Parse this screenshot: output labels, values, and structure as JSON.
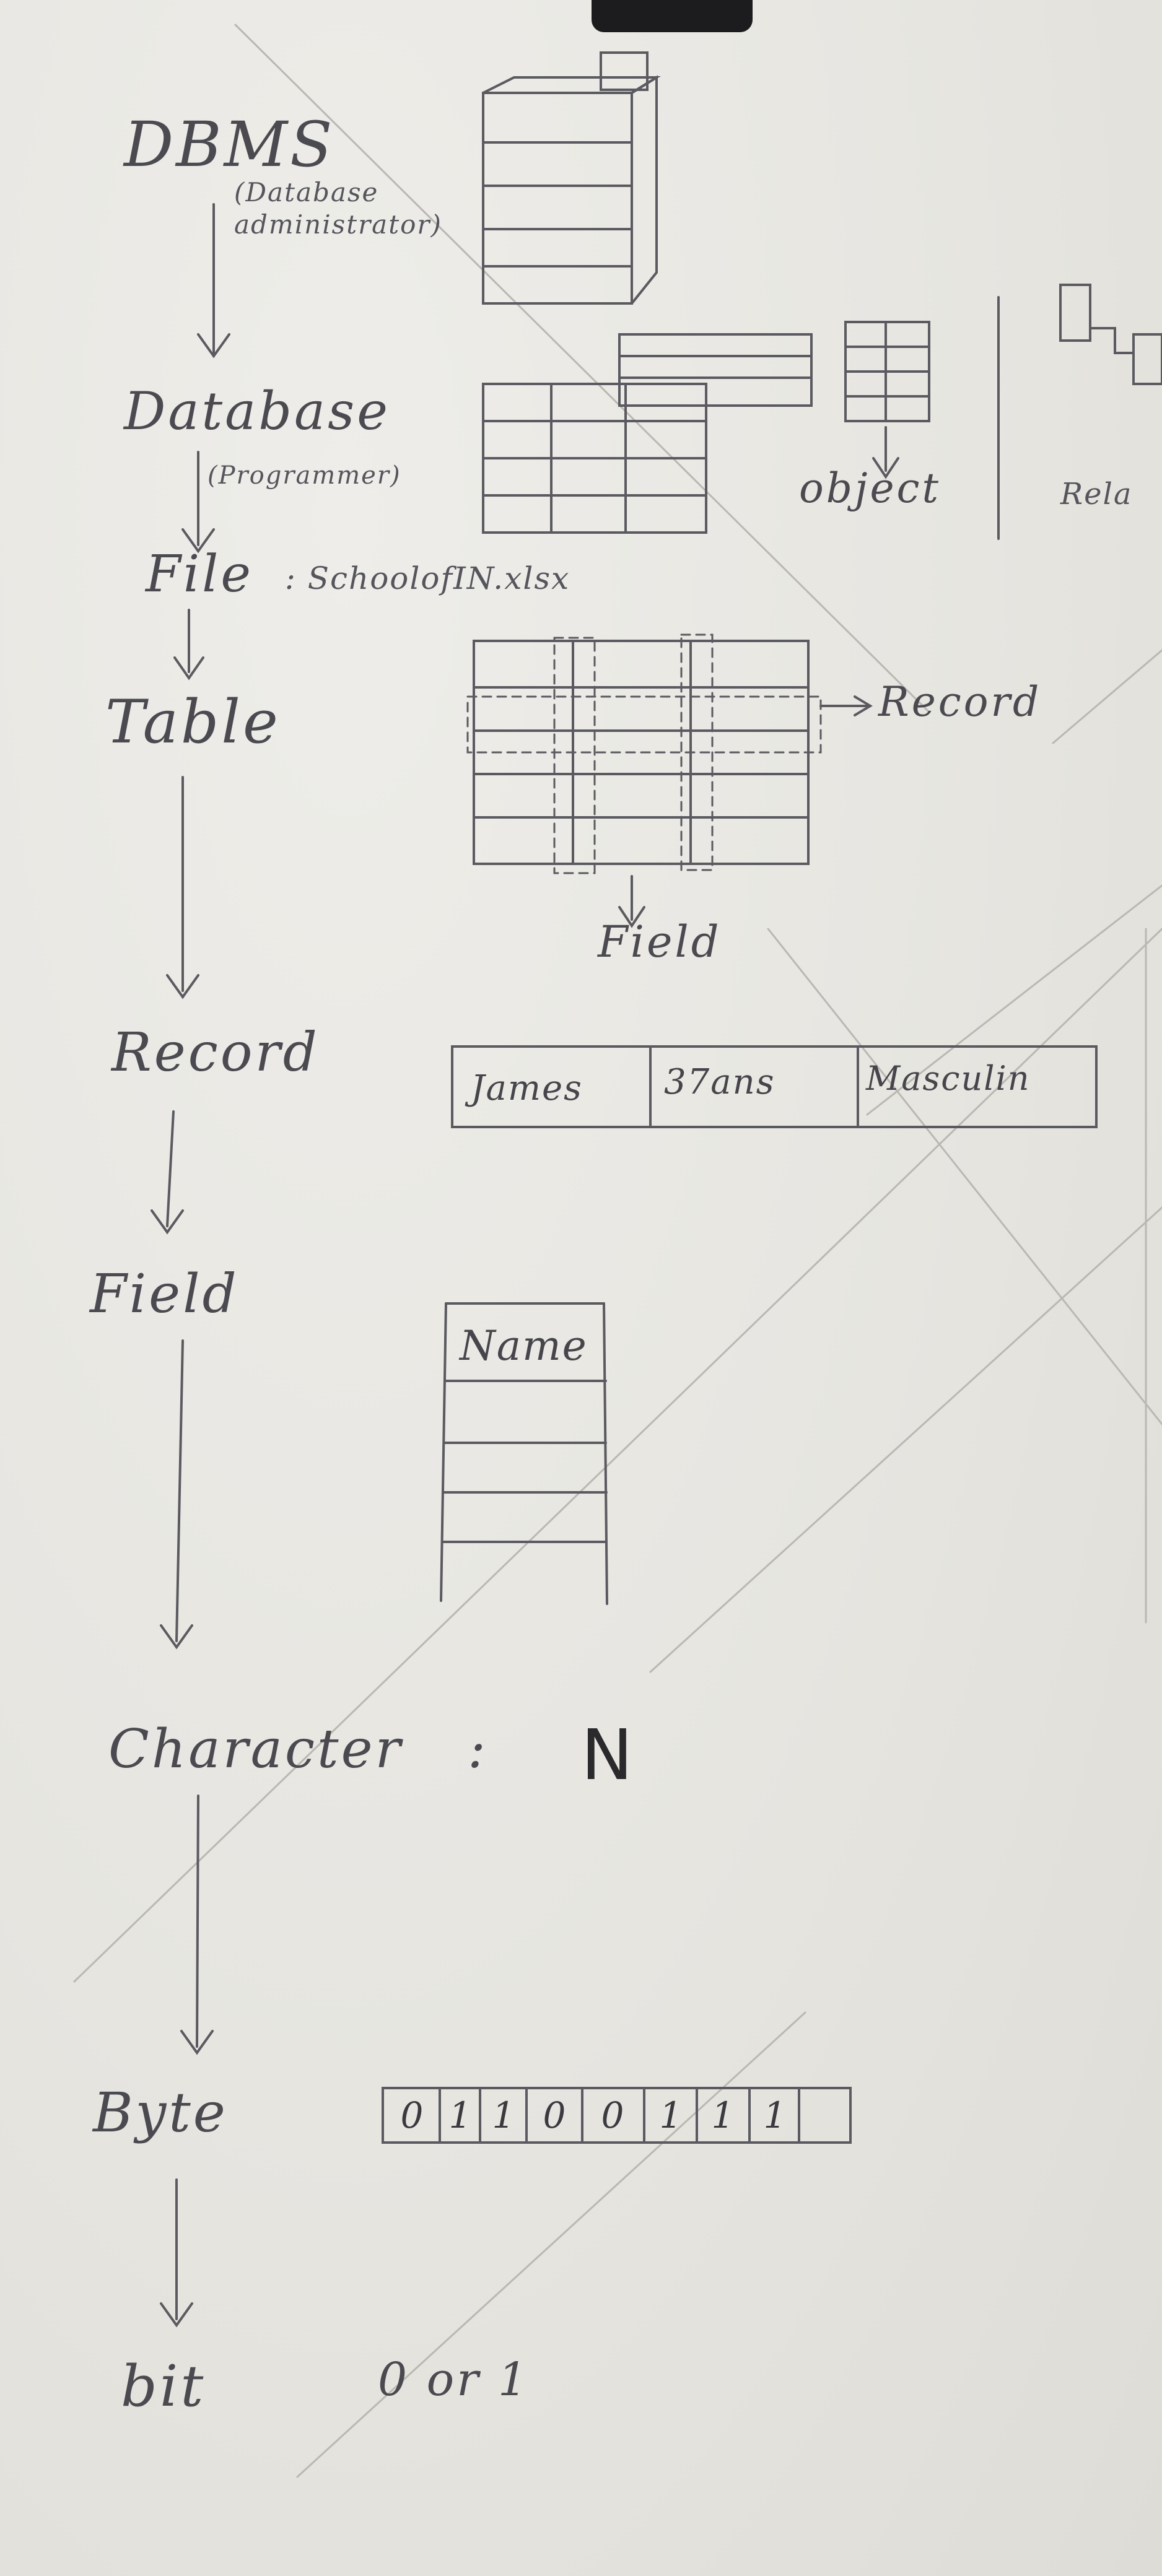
{
  "levels": {
    "dbms": "DBMS",
    "dbms_note": "(Database administrator)",
    "database": "Database",
    "database_note": "(Programmer)",
    "file": "File",
    "file_value": ": SchoolofIN.xlsx",
    "table": "Table",
    "record": "Record",
    "field": "Field",
    "character": "Character",
    "character_value": ":",
    "character_example": "N",
    "byte": "Byte",
    "bit": "bit",
    "bit_value": "0 or 1"
  },
  "annotations": {
    "object": "object",
    "relational": "Rela",
    "record_arrow": "Record",
    "field_arrow": "Field"
  },
  "record_example": [
    "James",
    "37ans",
    "Masculin"
  ],
  "field_example": {
    "header": "Name"
  },
  "byte_example": [
    "0",
    "1",
    "1",
    "0",
    "0",
    "1",
    "1",
    "1"
  ]
}
